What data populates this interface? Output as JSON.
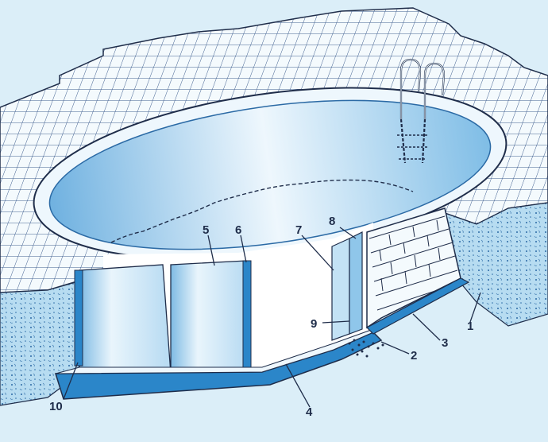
{
  "diagram": {
    "type": "cutaway-illustration",
    "subject": "pool-construction",
    "colors": {
      "background": "#dbeef8",
      "tile": "#f4fafd",
      "grout": "#3a5a8c",
      "water": "#8fc6ea",
      "wall": "#c3e2f5",
      "soil": "#b7dcf1",
      "outline": "#1f2d4a",
      "slab": "#2b86c9"
    },
    "callouts": [
      {
        "id": "1",
        "text": "1"
      },
      {
        "id": "2",
        "text": "2"
      },
      {
        "id": "3",
        "text": "3"
      },
      {
        "id": "4",
        "text": "4"
      },
      {
        "id": "5",
        "text": "5"
      },
      {
        "id": "6",
        "text": "6"
      },
      {
        "id": "7",
        "text": "7"
      },
      {
        "id": "8",
        "text": "8"
      },
      {
        "id": "9",
        "text": "9"
      },
      {
        "id": "10",
        "text": "10"
      }
    ]
  }
}
